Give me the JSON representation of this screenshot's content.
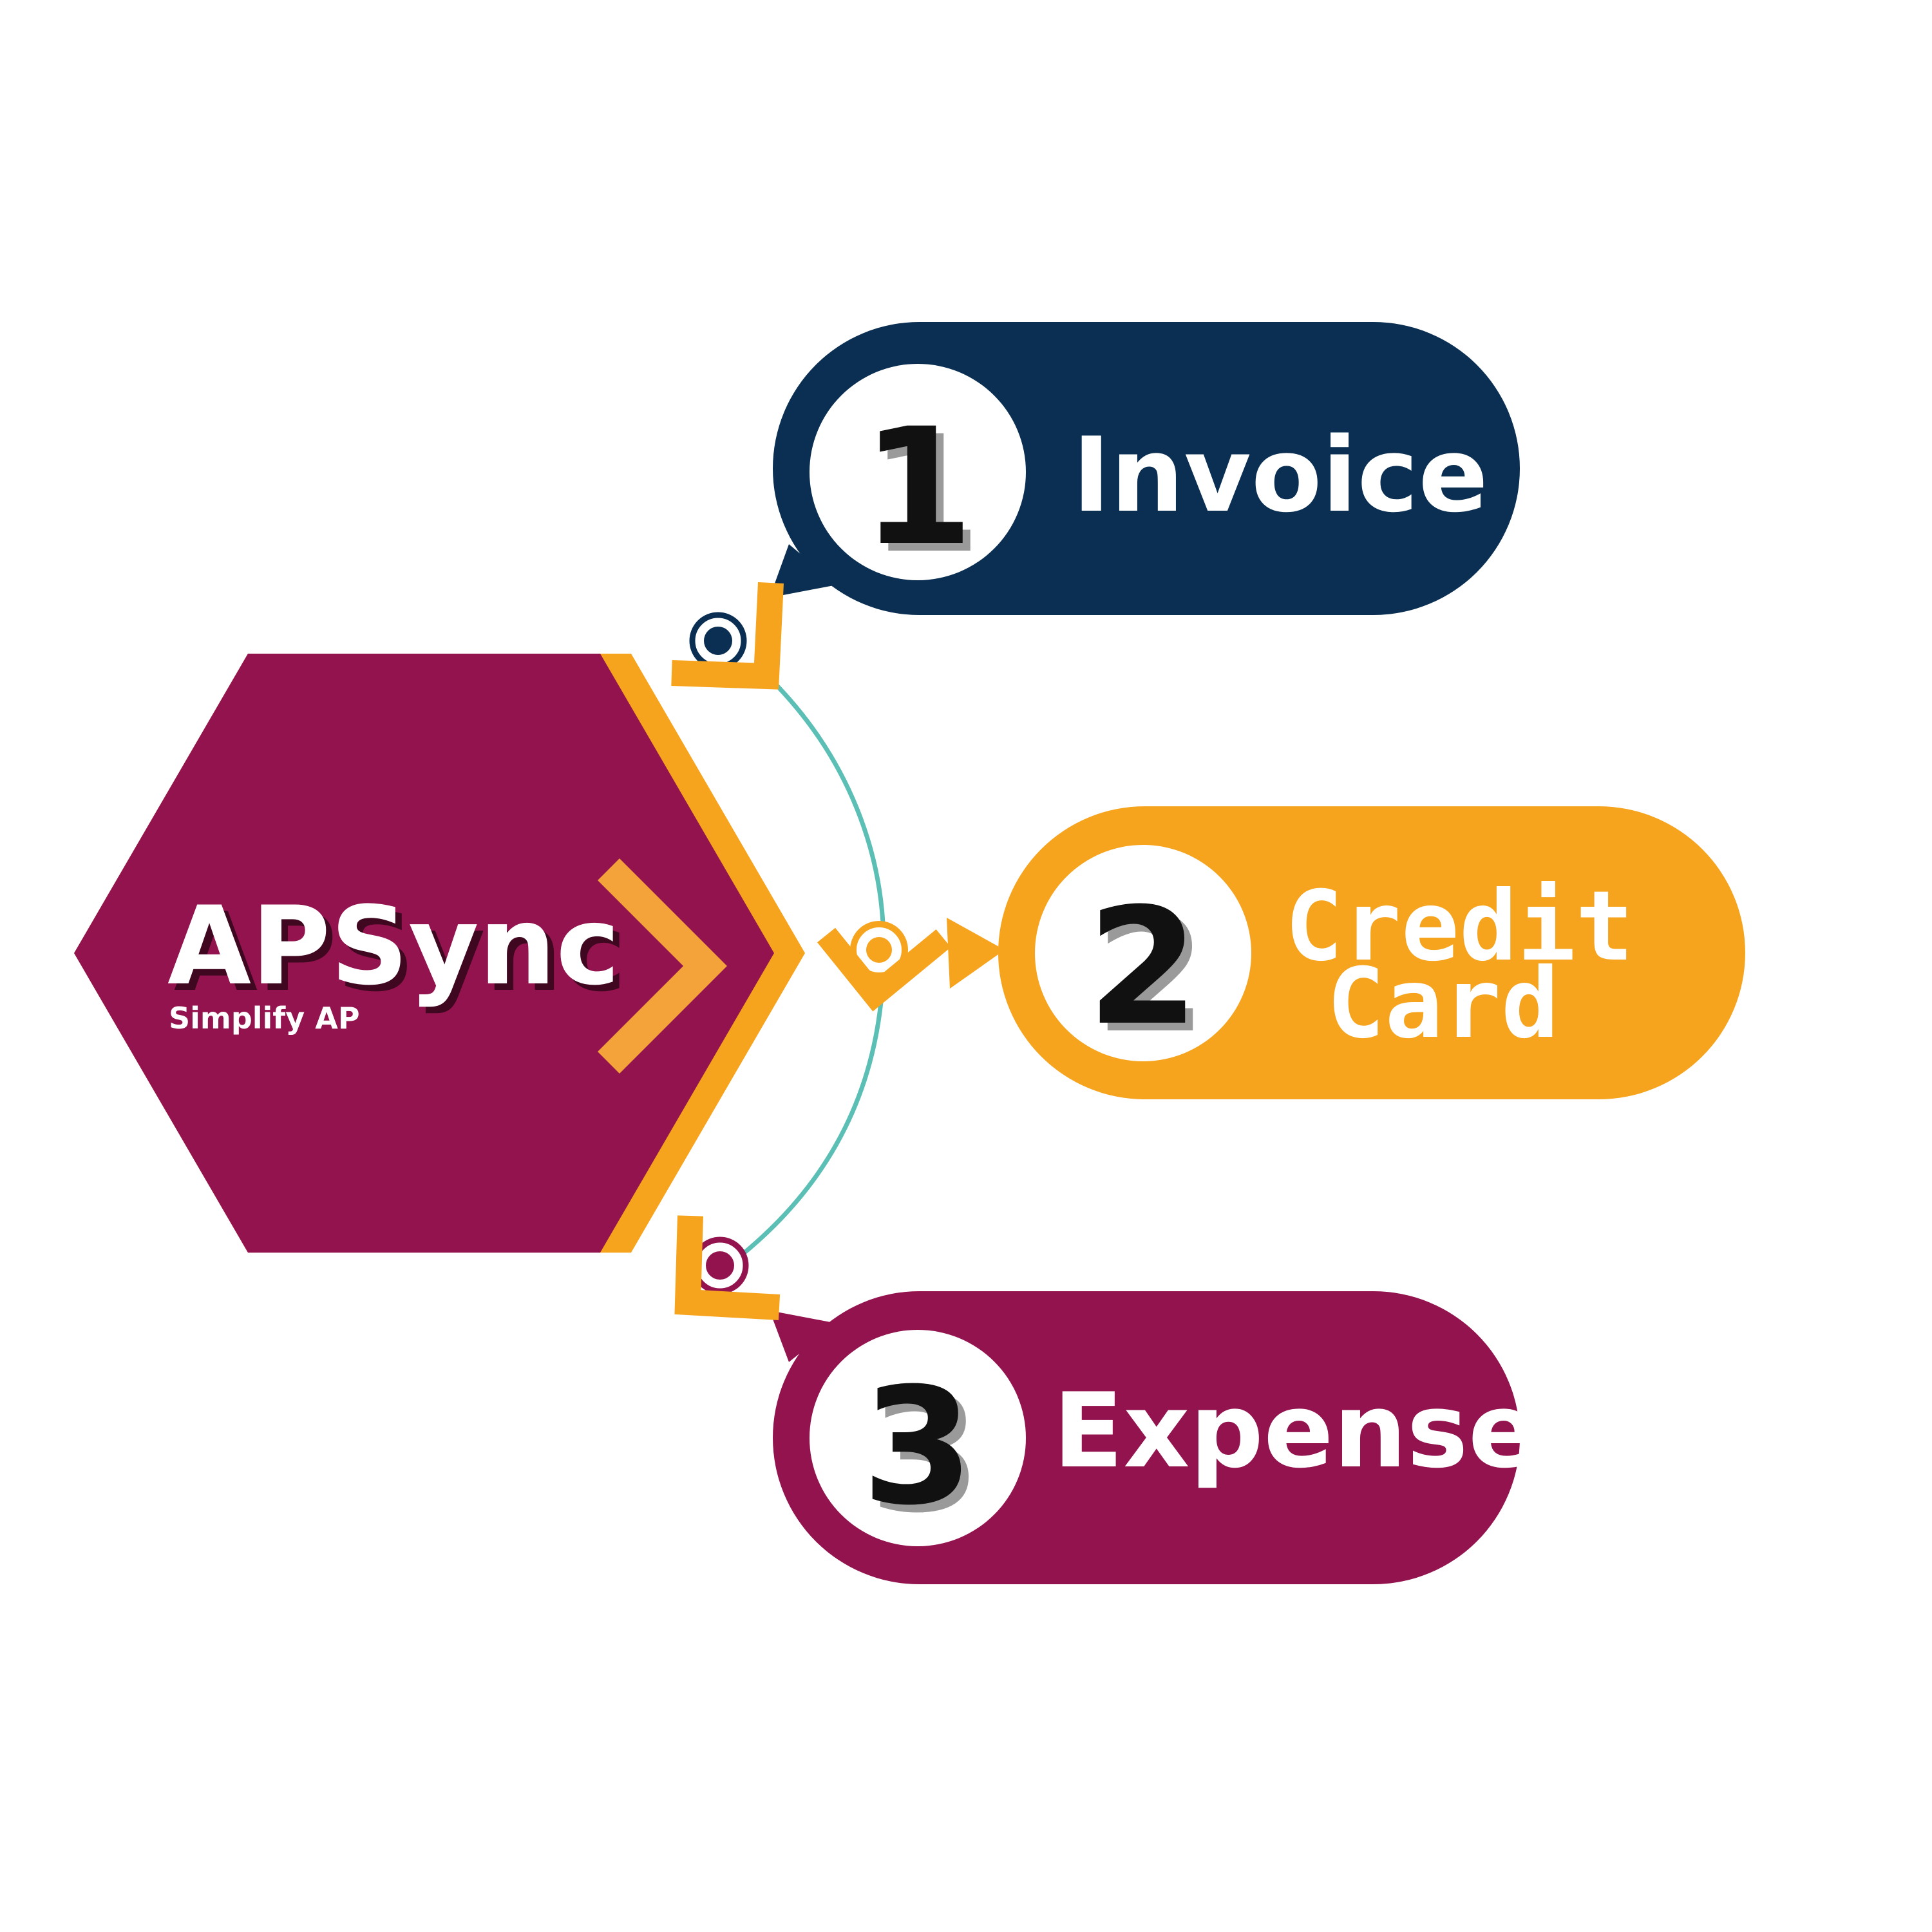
{
  "brand": {
    "name": "APSync",
    "tagline": "Simplify AP",
    "color": "#93134e",
    "accent": "#f6a31d",
    "chevron_color": "#f4a23a"
  },
  "connector_color": "#5bbfb5",
  "steps": [
    {
      "number": "1",
      "label": "Invoice",
      "color": "#0a2f52"
    },
    {
      "number": "2",
      "label_line1": "Credit",
      "label_line2": "Card",
      "color": "#f6a31d"
    },
    {
      "number": "3",
      "label": "Expense",
      "color": "#93134e"
    }
  ]
}
